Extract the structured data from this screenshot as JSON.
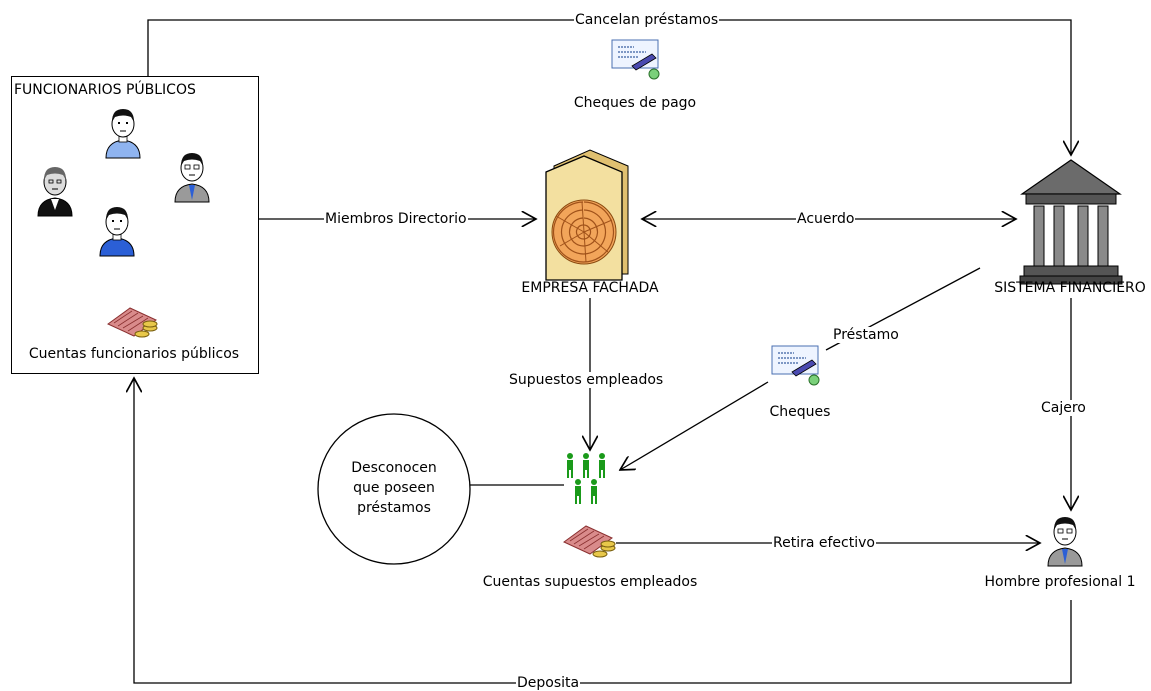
{
  "group": {
    "title": "FUNCIONARIOS PÚBLICOS",
    "accounts_label": "Cuentas funcionarios públicos"
  },
  "nodes": {
    "cheques_pago": "Cheques de pago",
    "empresa": "EMPRESA FACHADA",
    "sistema": "SISTEMA FINANCIERO",
    "cheques": "Cheques",
    "cuentas_empleados": "Cuentas supuestos empleados",
    "hombre": "Hombre profesional 1",
    "desconocen": "Desconocen\nque poseen\npréstamos"
  },
  "edges": {
    "cancelan": "Cancelan préstamos",
    "miembros": "Miembros Directorio",
    "acuerdo": "Acuerdo",
    "prestamo": "Préstamo",
    "supuestos": "Supuestos empleados",
    "cajero": "Cajero",
    "retira": "Retira efectivo",
    "deposita": "Deposita"
  },
  "icons": {
    "person_light_blue": "person-light-blue-icon",
    "person_black_suit": "person-black-suit-icon",
    "person_grey_suit": "person-grey-suit-icon",
    "person_blue": "person-blue-icon",
    "money": "money-icon",
    "cheque": "cheque-icon",
    "shell_house": "shell-house-icon",
    "bank": "bank-building-icon",
    "group": "people-group-icon"
  },
  "colors": {
    "lines": "#000000",
    "group_green": "#1a9a1a",
    "bank_grey": "#6b6b6b",
    "shell_orange": "#e8892a",
    "shell_house": "#f3e0a0",
    "blue_shirt": "#2b5fd6",
    "light_blue_shirt": "#8fb4f0"
  }
}
